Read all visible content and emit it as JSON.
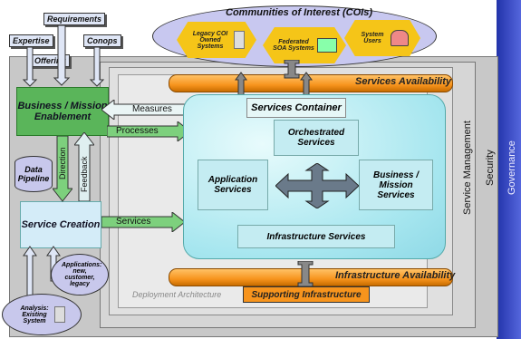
{
  "top_tags": {
    "requirements": "Requirements",
    "expertise": "Expertise",
    "conops": "Conops",
    "offering": "Offering"
  },
  "coi": {
    "title": "Communities of Interest (COIs)",
    "legacy": "Legacy COI Owned Systems",
    "federated": "Federated SOA Systems",
    "system_users": "System Users"
  },
  "business": {
    "label": "Business / Mission Enablement"
  },
  "service_creation": {
    "label": "Service Creation"
  },
  "data_pipeline": {
    "label": "Data Pipeline"
  },
  "arrows": {
    "measures": "Measures",
    "processes": "Processes",
    "direction": "Direction",
    "feedback": "Feedback",
    "services": "Services"
  },
  "container": {
    "title": "Services Container",
    "orchestrated": "Orchestrated Services",
    "application": "Application Services",
    "business_mission": "Business / Mission Services",
    "infrastructure": "Infrastructure Services"
  },
  "pipes": {
    "services_availability": "Services Availability",
    "infrastructure_availability": "Infrastructure Availability",
    "supporting_infrastructure": "Supporting Infrastructure"
  },
  "deployment": "Deployment Architecture",
  "side_labels": {
    "service_management": "Service Management",
    "security": "Security",
    "governance": "Governance"
  },
  "applications_ellipse": "Applications: new, customer, legacy",
  "analysis_ellipse": "Analysis: Existing System",
  "colors": {
    "business_green": "#5ab55a",
    "pipe_orange": "#f7941d",
    "container_cyan": "#c8f0f8",
    "coi_lavender": "#c8c8f0",
    "right_band_blue": "#3344bb"
  }
}
